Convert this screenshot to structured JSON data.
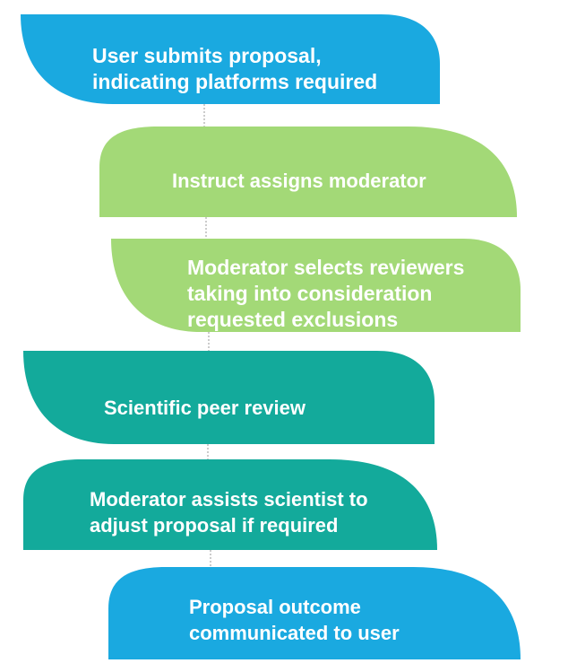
{
  "colors": {
    "blue": "#1aa9e0",
    "green": "#a3d977",
    "teal": "#13aa9b",
    "connector": "#9a9a9a",
    "text": "#ffffff"
  },
  "steps": [
    {
      "lines": [
        "User submits proposal,",
        "indicating platforms required"
      ]
    },
    {
      "lines": [
        "Instruct assigns moderator"
      ]
    },
    {
      "lines": [
        "Moderator selects reviewers",
        "taking into consideration",
        "requested exclusions"
      ]
    },
    {
      "lines": [
        "Scientific peer review"
      ]
    },
    {
      "lines": [
        "Moderator assists scientist to",
        "adjust proposal if required"
      ]
    },
    {
      "lines": [
        "Proposal outcome",
        "communicated to user"
      ]
    }
  ]
}
